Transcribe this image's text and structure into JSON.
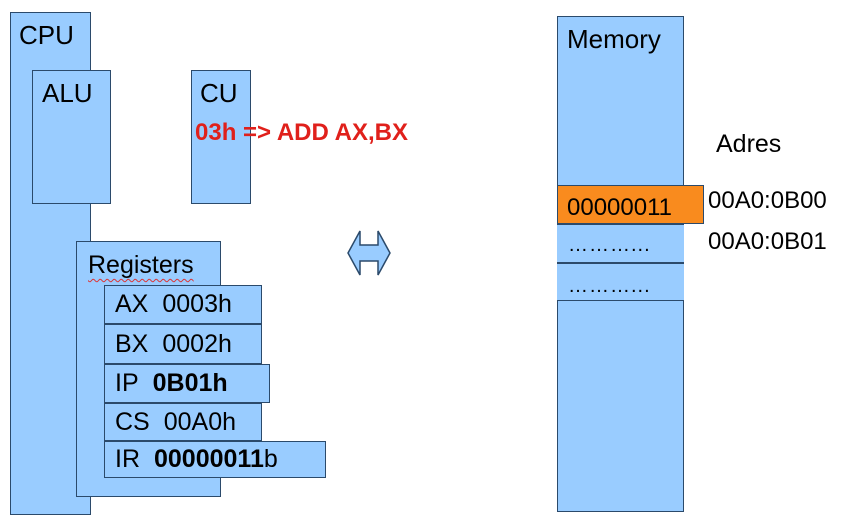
{
  "cpu": {
    "label": "CPU"
  },
  "alu": {
    "label": "ALU"
  },
  "cu": {
    "label": "CU"
  },
  "instruction": {
    "opcode": "03h",
    "arrow_text": " => ADD AX,BX",
    "color": "#e0201b"
  },
  "registers": {
    "label": "Registers",
    "items": [
      {
        "name": "AX",
        "value": "0003h",
        "bold_part": "",
        "suffix": ""
      },
      {
        "name": "BX",
        "value": "0002h",
        "bold_part": "",
        "suffix": ""
      },
      {
        "name": "IP",
        "value": "",
        "bold_part": "0B01h",
        "suffix": ""
      },
      {
        "name": "CS",
        "value": "00A0h",
        "bold_part": "",
        "suffix": ""
      },
      {
        "name": "IR",
        "value": "",
        "bold_part": "00000011",
        "suffix": "b"
      }
    ]
  },
  "memory": {
    "label": "Memory",
    "address_header": "Adres",
    "highlight_color": "#f98b1e",
    "cells": [
      {
        "content": "00000011",
        "address": "00A0:0B00"
      },
      {
        "content": "………...",
        "address": "00A0:0B01"
      },
      {
        "content": "………...",
        "address": ""
      }
    ]
  },
  "bus_icon": "double-arrow-icon"
}
